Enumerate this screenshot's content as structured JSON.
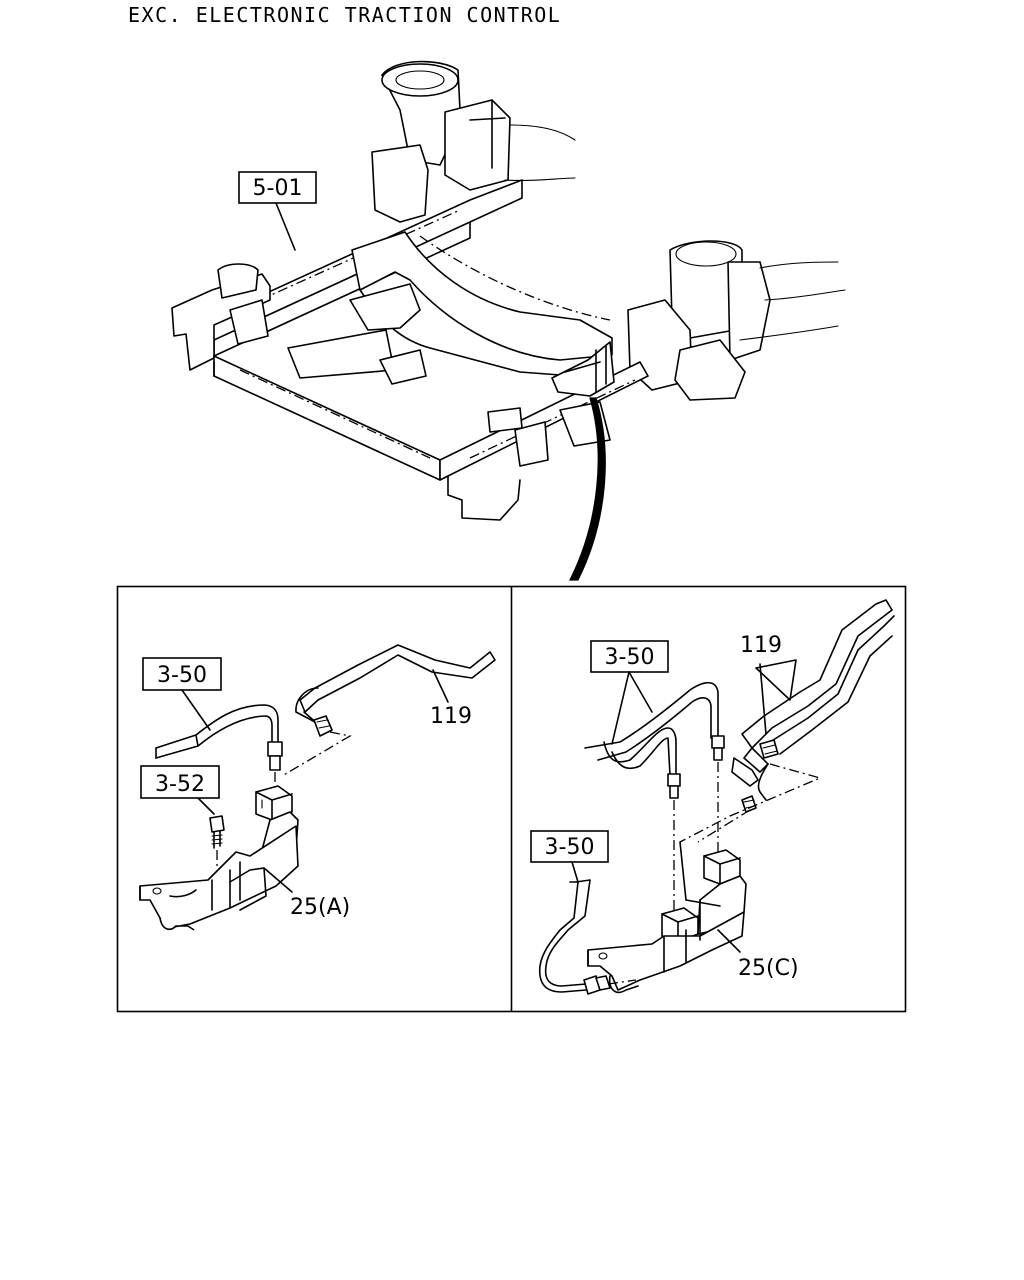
{
  "title": "EXC. ELECTRONIC TRACTION CONTROL",
  "callouts": {
    "frame": "5-01",
    "left_pipe": "3-50",
    "left_bolt": "3-52",
    "left_line": "119",
    "left_bracket": "25(A)",
    "right_pipe_top": "3-50",
    "right_line": "119",
    "right_pipe_lower": "3-50",
    "right_bracket": "25(C)"
  }
}
